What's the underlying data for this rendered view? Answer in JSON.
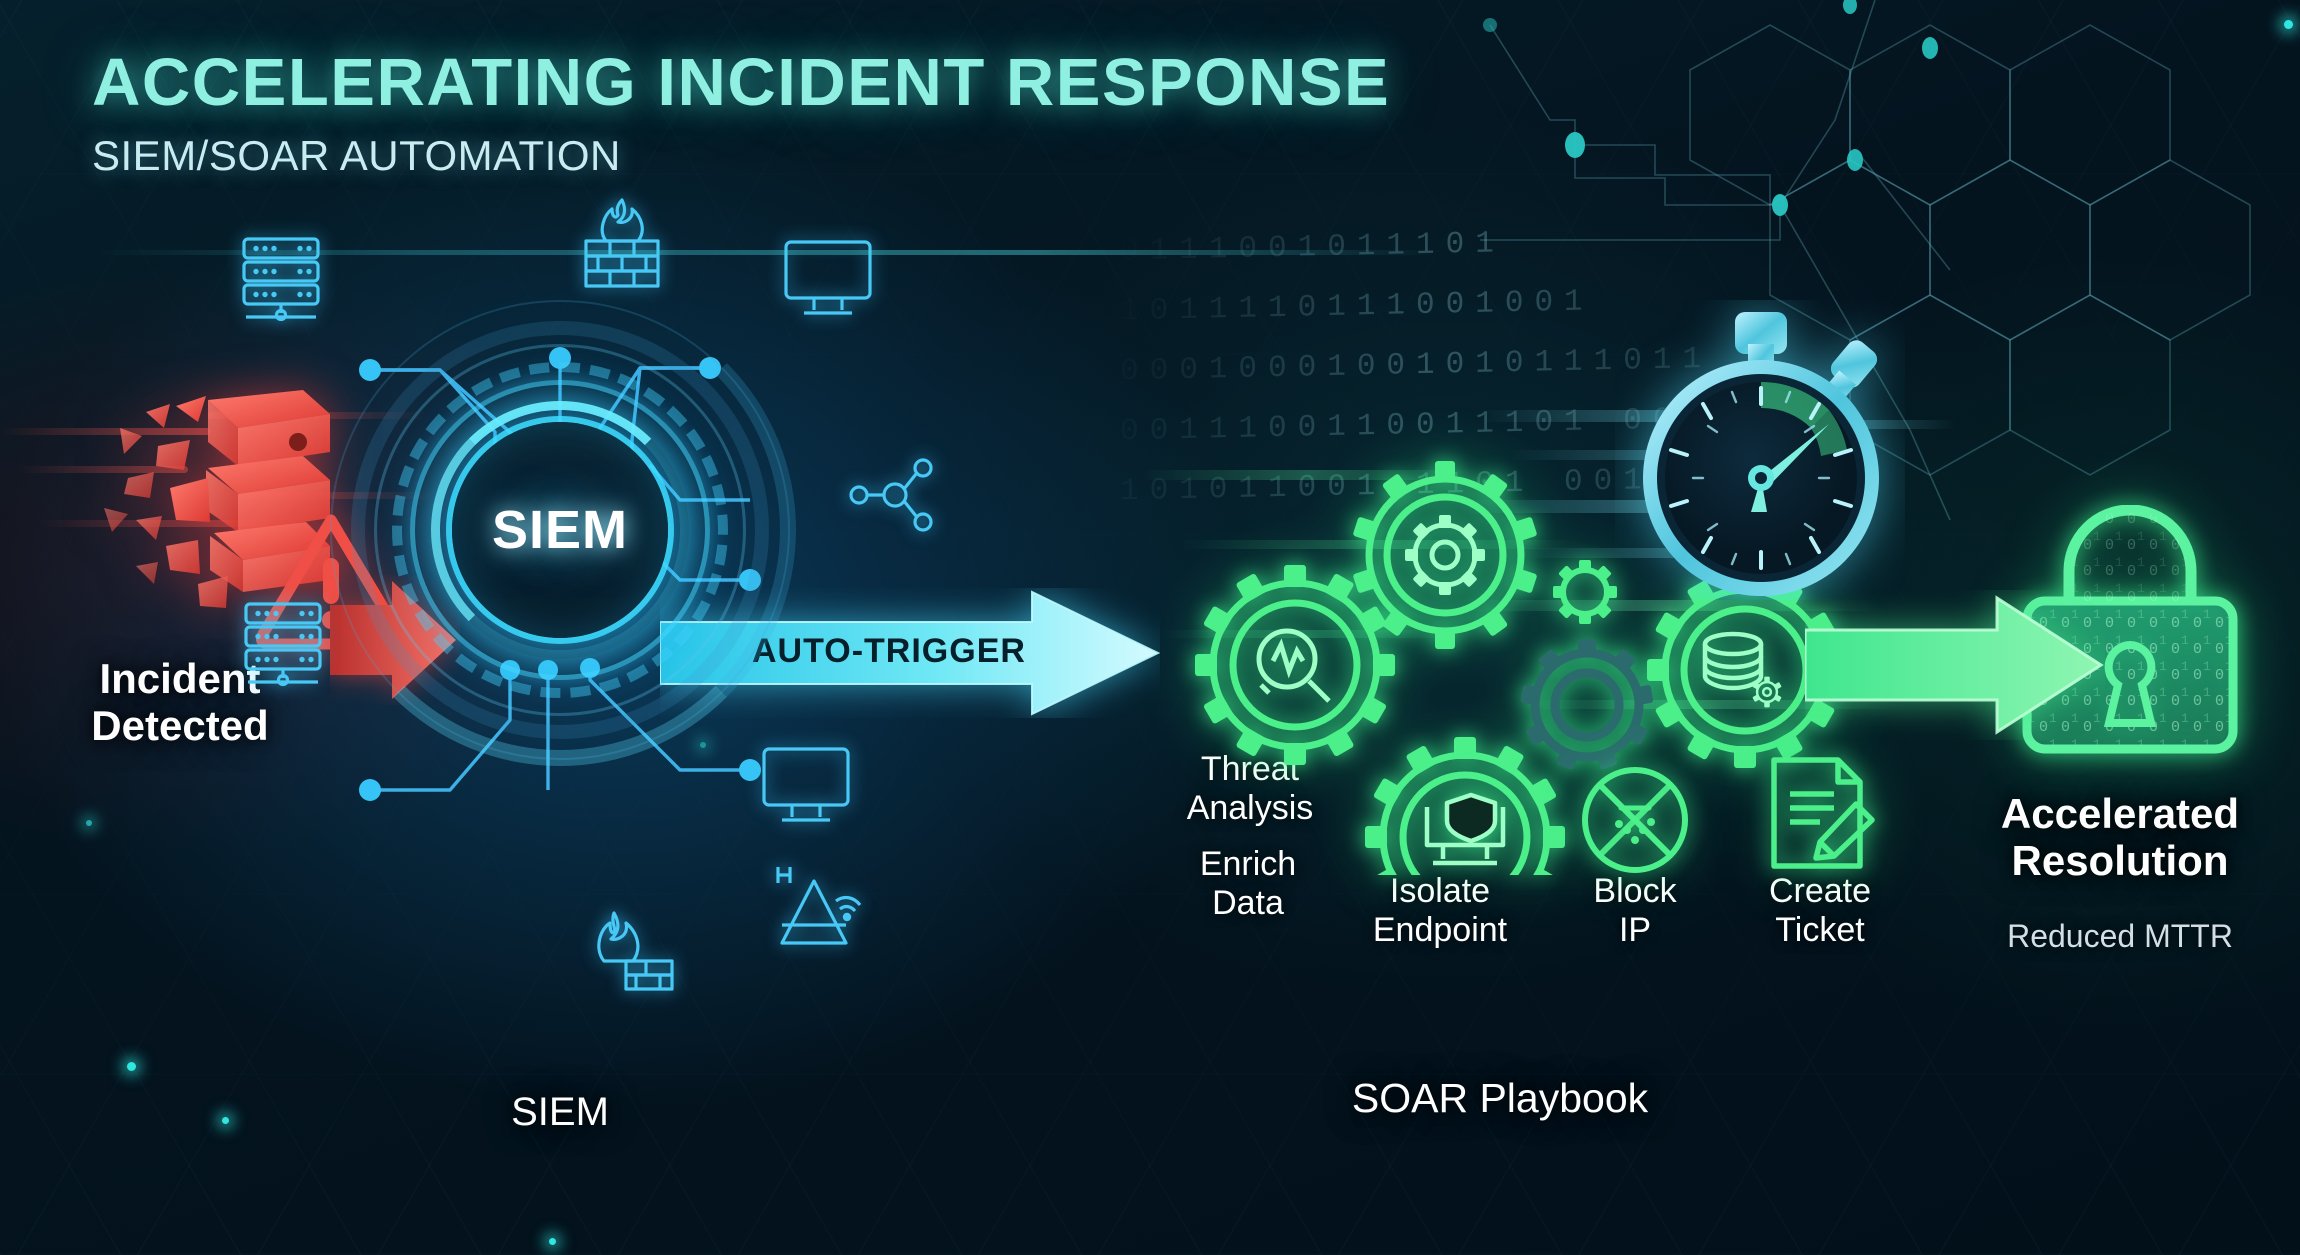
{
  "header": {
    "title": "ACCELERATING INCIDENT RESPONSE",
    "subtitle": "SIEM/SOAR AUTOMATION",
    "title_color": "#8ff0e2",
    "subtitle_color": "#c9ecf2"
  },
  "stages": {
    "incident": {
      "label_line1": "Incident",
      "label_line2": "Detected",
      "icon": "shattered-server-icon",
      "alert_icon": "warning-triangle-icon",
      "color": "#f2564f"
    },
    "siem": {
      "core_label": "SIEM",
      "caption": "SIEM",
      "color": "#3fd2ff",
      "nodes": [
        {
          "name": "server-rack-icon",
          "label": "server"
        },
        {
          "name": "firewall-icon",
          "label": "firewall"
        },
        {
          "name": "monitor-icon",
          "label": "monitor"
        },
        {
          "name": "network-share-icon",
          "label": "network"
        },
        {
          "name": "server-rack-icon",
          "label": "server"
        },
        {
          "name": "firewall-icon",
          "label": "firewall"
        },
        {
          "name": "monitor-icon",
          "label": "monitor"
        },
        {
          "name": "wifi-router-icon",
          "label": "wireless"
        }
      ]
    },
    "auto_trigger": {
      "label": "AUTO-TRIGGER",
      "color": "#7eeaf7"
    },
    "soar": {
      "caption": "SOAR Playbook",
      "color": "#4cf08a",
      "actions": [
        {
          "id": "threat-analysis",
          "line1": "Threat",
          "line2": "Analysis",
          "icon": "magnifier-pulse-gear-icon"
        },
        {
          "id": "enrich-data",
          "line1": "Enrich",
          "line2": "Data",
          "icon": "database-gear-icon"
        },
        {
          "id": "isolate-endpoint",
          "line1": "Isolate",
          "line2": "Endpoint",
          "icon": "monitor-shield-gear-icon"
        },
        {
          "id": "block-ip",
          "line1": "Block",
          "line2": "IP",
          "icon": "no-entry-network-icon"
        },
        {
          "id": "create-ticket",
          "line1": "Create",
          "line2": "Ticket",
          "icon": "document-pencil-icon"
        }
      ]
    },
    "timer": {
      "icon": "stopwatch-icon",
      "color": "#5fe0d8"
    },
    "resolution": {
      "label_line1": "Accelerated",
      "label_line2": "Resolution",
      "sublabel": "Reduced MTTR",
      "icon": "padlock-icon",
      "color": "#46e88c"
    }
  },
  "background": {
    "binary_rows": [
      "0111001011101",
      "1011110111001001",
      "00010001001010111011",
      "0011100110011101 0010",
      "101011001 1101 00110"
    ],
    "pattern": "hexagon-grid",
    "circuit": "circuit-node-network"
  }
}
